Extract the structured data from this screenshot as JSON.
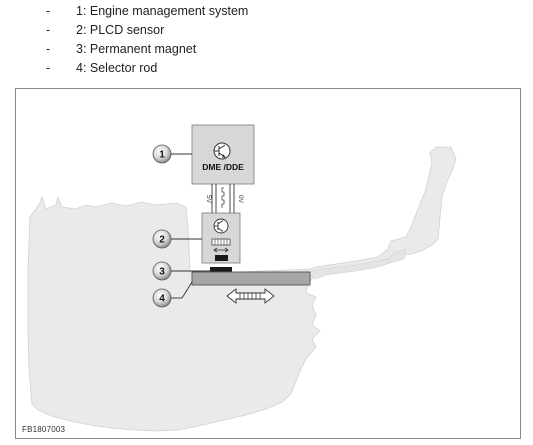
{
  "legend": [
    {
      "text": "1: Engine management system"
    },
    {
      "text": "2: PLCD sensor"
    },
    {
      "text": "3: Permanent magnet"
    },
    {
      "text": "4: Selector rod"
    }
  ],
  "diagram": {
    "dme_label": "DME /DDE",
    "wire_5v": "5V",
    "wire_0v": "0V",
    "callouts": [
      "1",
      "2",
      "3",
      "4"
    ],
    "figure_code": "FB1807003"
  }
}
